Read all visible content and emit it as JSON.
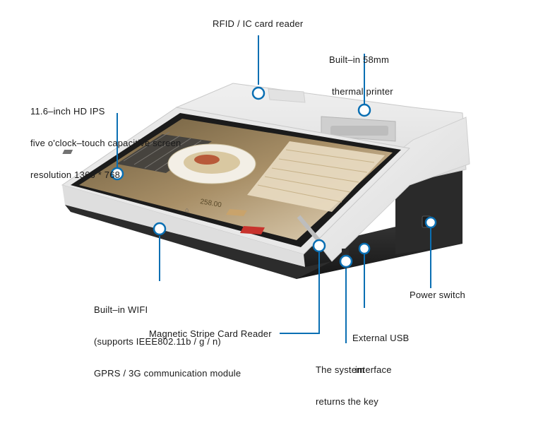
{
  "callouts": {
    "rfid": "RFID / IC card reader",
    "printer_line1": "Built–in 58mm",
    "printer_line2": "thermal printer",
    "screen_line1": "11.6–inch HD IPS",
    "screen_line2": "five o'clock–touch capacitive screen",
    "screen_line3": "resolution 1366 * 768",
    "wifi_line1": "Built–in WIFI",
    "wifi_line2": "(supports IEEE802.11b / g / n)",
    "wifi_line3": "GPRS / 3G communication module",
    "magnetic": "Magnetic Stripe Card Reader",
    "power": "Power switch",
    "usb_line1": "External USB",
    "usb_line2": "interface",
    "key_line1": "The system",
    "key_line2": "returns the key"
  },
  "screen": {
    "total": "258.00"
  },
  "colors": {
    "callout_line": "#0a6fb3",
    "device_body": "#e9e9e9",
    "device_base": "#2b2b2b",
    "screen_bezel": "#1b1b1b",
    "accent_red": "#c8332d"
  }
}
